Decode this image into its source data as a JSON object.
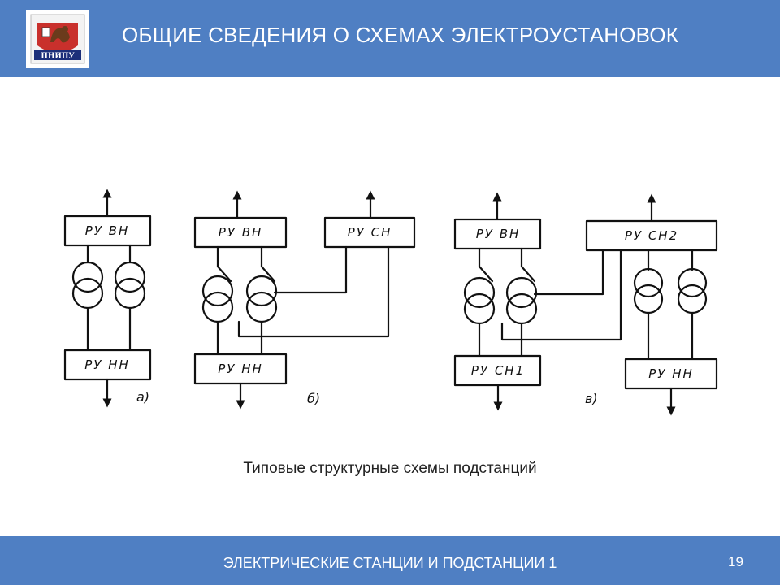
{
  "header": {
    "title": "ОБЩИЕ СВЕДЕНИЯ О СХЕМАХ ЭЛЕКТРОУСТАНОВОК",
    "logo_text": "ПНИПУ",
    "background": "#4f7fc3"
  },
  "diagram": {
    "scheme_a": {
      "top_box": "РУ ВН",
      "bottom_box": "РУ НН",
      "label": "а)"
    },
    "scheme_b": {
      "top_box": "РУ ВН",
      "side_box": "РУ СН",
      "bottom_box": "РУ НН",
      "label": "б)"
    },
    "scheme_c": {
      "top_box": "РУ ВН",
      "side_box": "РУ СН2",
      "bottom_left_box": "РУ СН1",
      "bottom_right_box": "РУ НН",
      "label": "в)"
    }
  },
  "caption": "Типовые структурные схемы подстанций",
  "footer": {
    "text": "ЭЛЕКТРИЧЕСКИЕ СТАНЦИИ И ПОДСТАНЦИИ 1",
    "page_number": "19"
  }
}
